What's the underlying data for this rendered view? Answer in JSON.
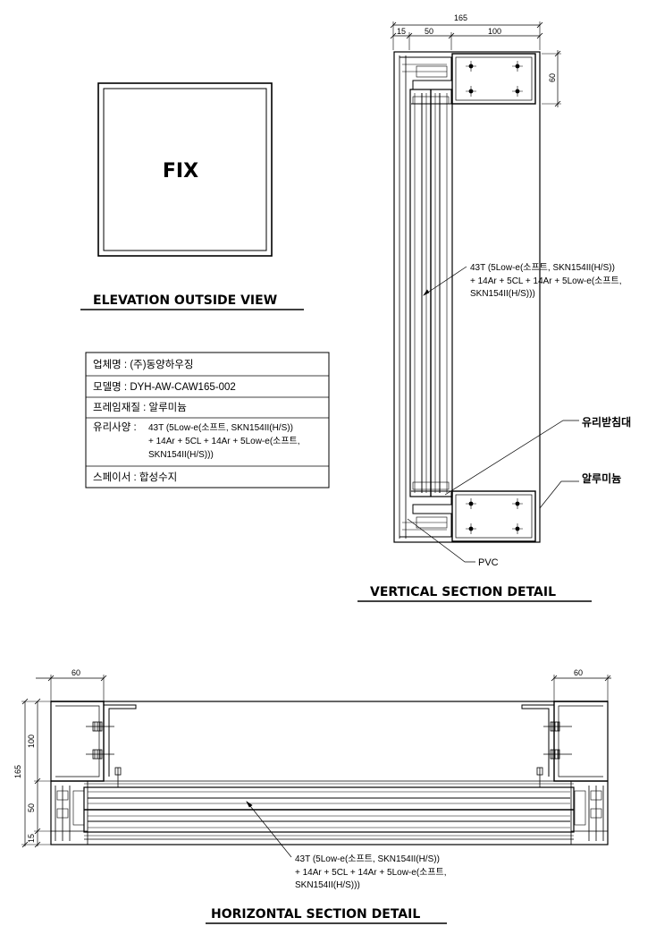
{
  "elevation": {
    "fix_label": "FIX",
    "title": "ELEVATION OUTSIDE VIEW"
  },
  "spec_table": {
    "rows": [
      {
        "label": "업체명 : (주)동양하우징"
      },
      {
        "label": "모델명 : DYH-AW-CAW165-002"
      },
      {
        "label": "프레임재질 : 알루미늄"
      },
      {
        "label": "유리사양 :",
        "lines": [
          "43T (5Low-e(소프트, SKN154II(H/S))",
          "+ 14Ar + 5CL + 14Ar + 5Low-e(소프트,",
          "SKN154II(H/S)))"
        ]
      },
      {
        "label": "스페이서 : 합성수지"
      }
    ]
  },
  "vertical_section": {
    "title": "VERTICAL SECTION DETAIL",
    "dims": {
      "total": "165",
      "d1": "15",
      "d2": "50",
      "d3": "100",
      "height": "60"
    },
    "glass_note": [
      "43T (5Low-e(소프트, SKN154II(H/S))",
      "+ 14Ar + 5CL + 14Ar + 5Low-e(소프트,",
      "SKN154II(H/S)))"
    ],
    "label_glass_bead": "유리받침대",
    "label_aluminum": "알루미늄",
    "label_pvc": "PVC"
  },
  "horizontal_section": {
    "title": "HORIZONTAL SECTION DETAIL",
    "dims": {
      "left_width": "60",
      "right_width": "60",
      "total": "165",
      "d1": "100",
      "d2": "50",
      "d3": "15"
    },
    "glass_note": [
      "43T (5Low-e(소프트, SKN154II(H/S))",
      "+ 14Ar + 5CL + 14Ar + 5Low-e(소프트,",
      "SKN154II(H/S)))"
    ]
  }
}
